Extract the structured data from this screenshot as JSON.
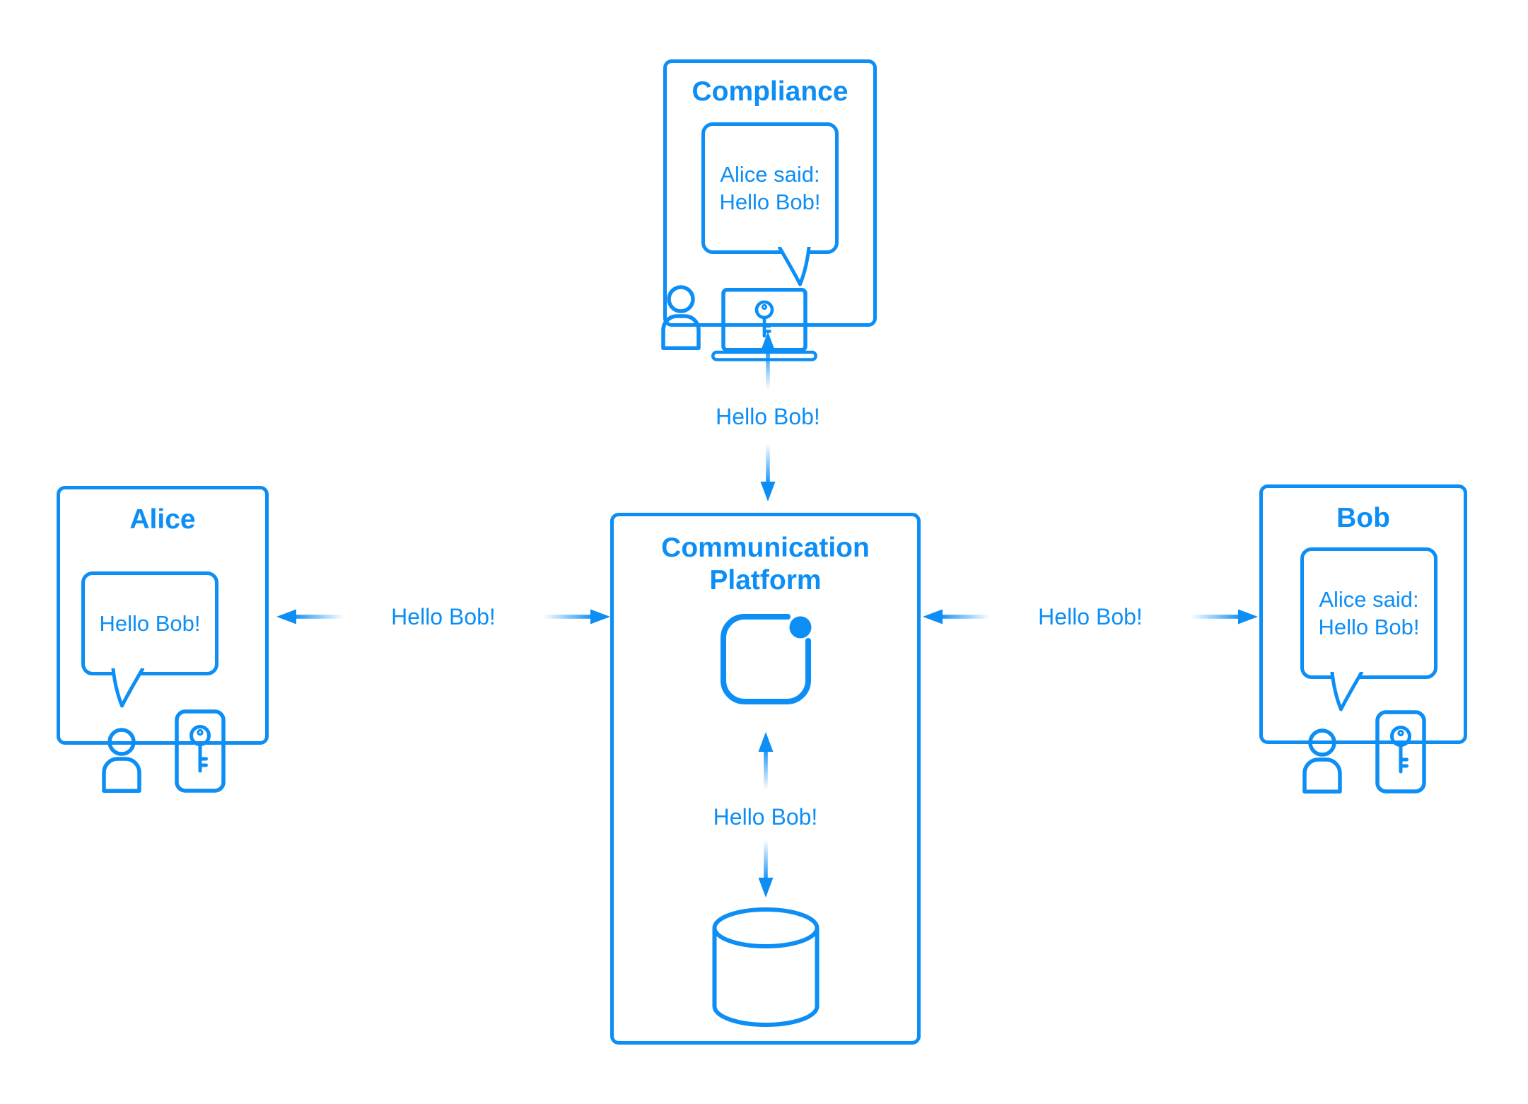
{
  "colors": {
    "accent": "#0d8ef5",
    "background": "#ffffff"
  },
  "nodes": {
    "compliance": {
      "title": "Compliance",
      "bubble_text": "Alice said:\nHello Bob!"
    },
    "alice": {
      "title": "Alice",
      "bubble_text": "Hello Bob!"
    },
    "bob": {
      "title": "Bob",
      "bubble_text": "Alice said:\nHello Bob!"
    },
    "platform": {
      "title": "Communication\nPlatform"
    }
  },
  "connectors": {
    "alice_platform": {
      "label": "Hello Bob!"
    },
    "platform_bob": {
      "label": "Hello Bob!"
    },
    "compliance_platform": {
      "label": "Hello Bob!"
    },
    "platform_database": {
      "label": "Hello Bob!"
    }
  },
  "icons": {
    "person": "person-icon",
    "phone_key": "phone-key-icon",
    "laptop_key": "laptop-key-icon",
    "app": "app-icon",
    "database": "database-icon",
    "arrows": [
      "arrow-left-icon",
      "arrow-right-icon",
      "arrow-up-icon",
      "arrow-down-icon"
    ]
  }
}
